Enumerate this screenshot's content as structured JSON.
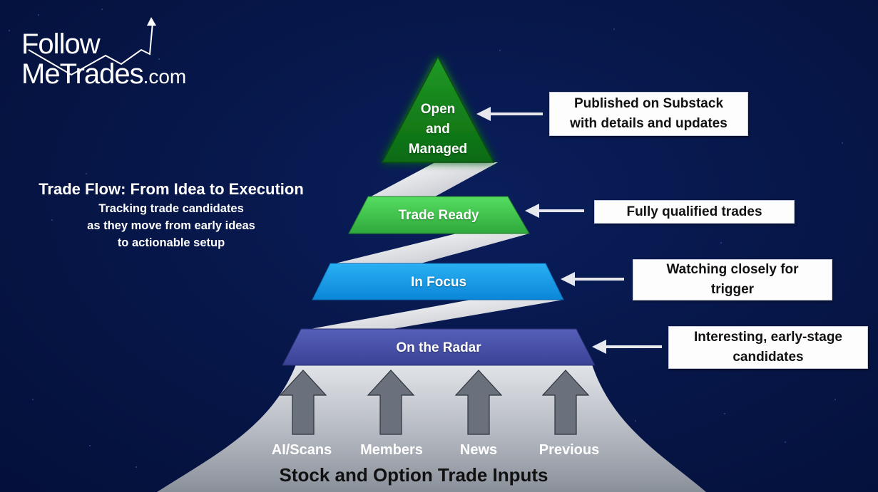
{
  "logo": {
    "line1": "Follow",
    "line2": "MeTrades",
    "suffix": ".com"
  },
  "heading": {
    "title": "Trade Flow: From Idea to Execution",
    "subtitle_lines": [
      "Tracking trade candidates",
      "as they move from early ideas",
      "to actionable setup"
    ]
  },
  "tiers": [
    {
      "id": "open",
      "label_lines": [
        "Open",
        "and",
        "Managed"
      ],
      "color": "#1a8a1a",
      "callout_lines": [
        "Published on Substack",
        "with details and updates"
      ]
    },
    {
      "id": "ready",
      "label_lines": [
        "Trade Ready"
      ],
      "color": "#3ec94f",
      "callout_lines": [
        "Fully qualified trades"
      ]
    },
    {
      "id": "focus",
      "label_lines": [
        "In Focus"
      ],
      "color": "#149be8",
      "callout_lines": [
        "Watching closely for",
        "trigger"
      ]
    },
    {
      "id": "radar",
      "label_lines": [
        "On the Radar"
      ],
      "color": "#454fa8",
      "callout_lines": [
        "Interesting, early-stage",
        "candidates"
      ]
    }
  ],
  "inputs": {
    "sources": [
      "AI/Scans",
      "Members",
      "News",
      "Previous"
    ],
    "title": "Stock and Option Trade Inputs",
    "arrow_color": "#6a717c"
  },
  "colors": {
    "background": "#07174a",
    "connector": "#e4e6ea",
    "base": "#d9dce2"
  }
}
